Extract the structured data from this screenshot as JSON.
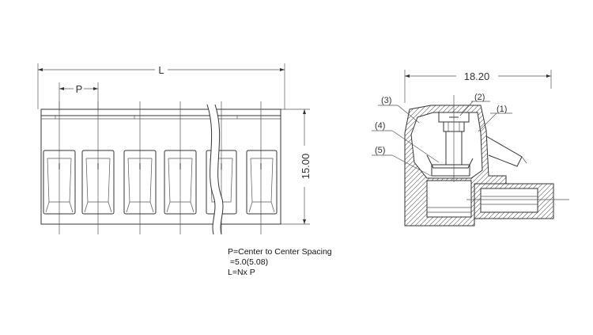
{
  "front_view": {
    "dim_length": "L",
    "dim_pitch": "P",
    "dim_height": "15.00"
  },
  "side_view": {
    "dim_width": "18.20",
    "callouts": [
      "(1)",
      "(2)",
      "(3)",
      "(4)",
      "(5)"
    ]
  },
  "notes": [
    "P=Center to Center Spacing",
    " =5.0(5.08)",
    "L=Nx P"
  ]
}
